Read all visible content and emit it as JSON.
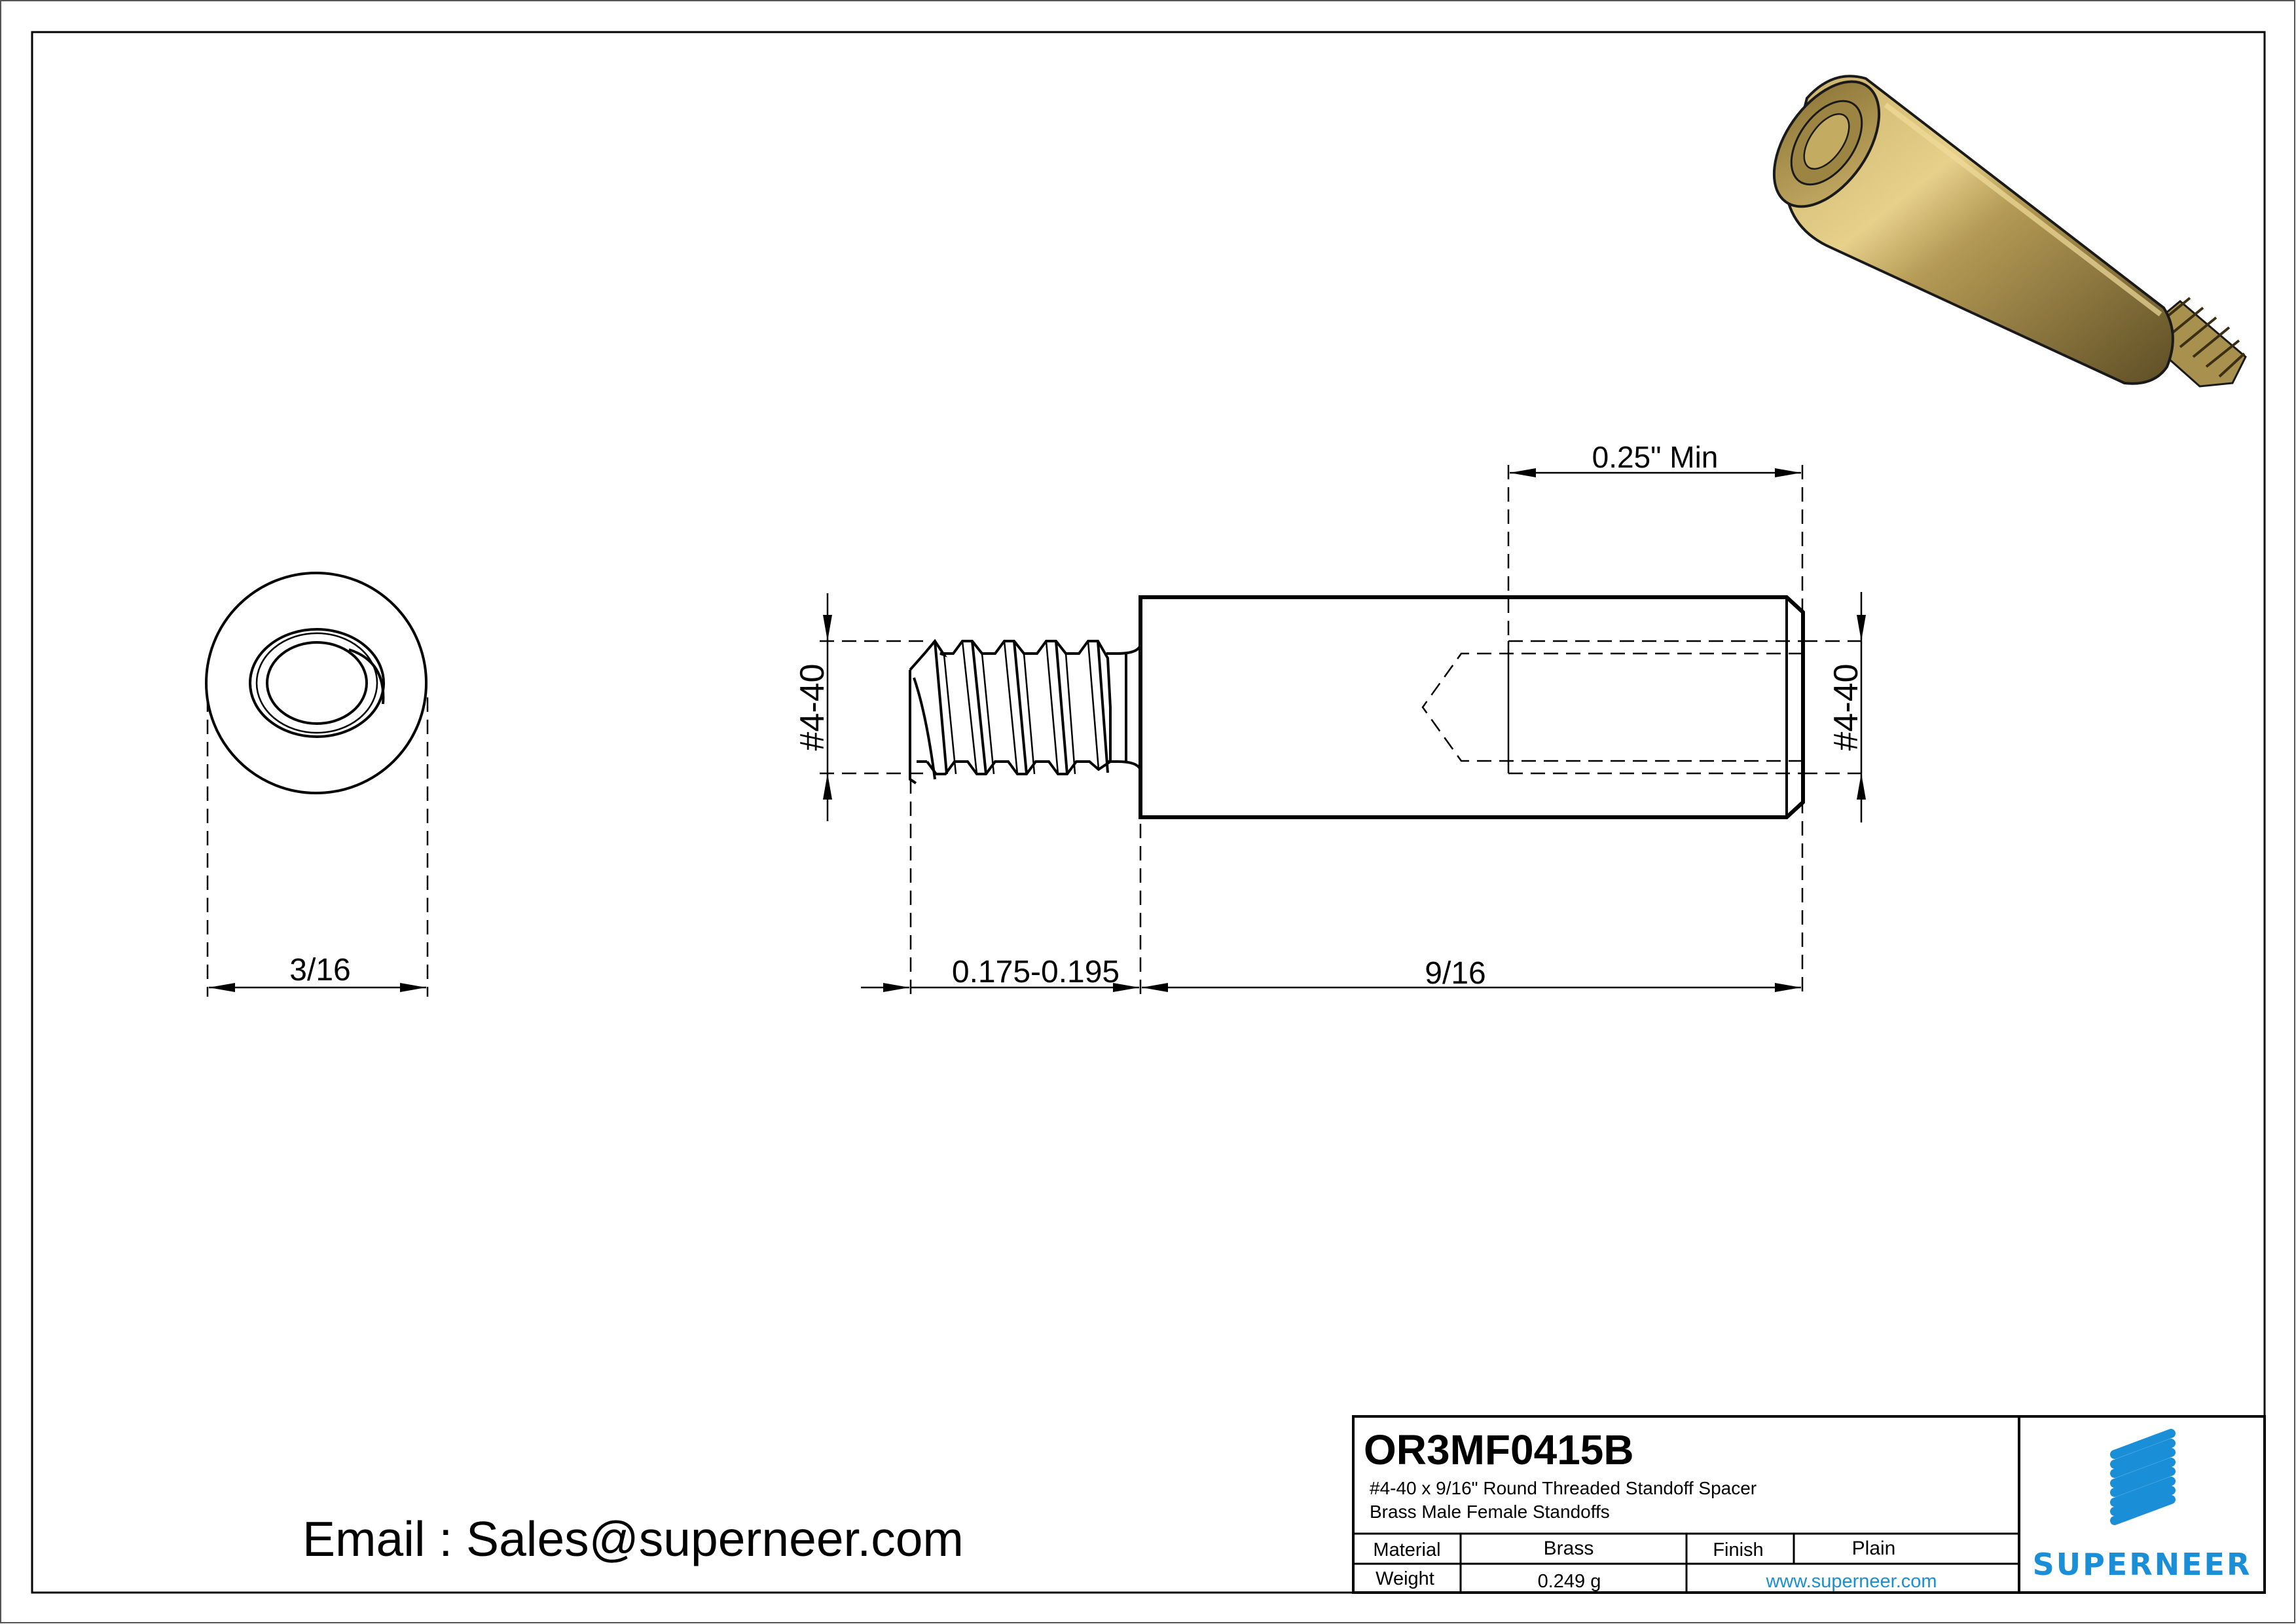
{
  "drawing": {
    "end_view": {
      "width_dimension": "3/16"
    },
    "side_view": {
      "left_thread_dimension": "#4-40",
      "right_thread_dimension": "#4-40",
      "thread_depth_dimension": "0.25\" Min",
      "male_thread_length_dimension": "0.175-0.195",
      "body_length_dimension": "9/16"
    },
    "render_3d": {
      "description": "brass-standoff-3d-render",
      "color_light": "#d9c27a",
      "color_mid": "#a8914f",
      "color_dark": "#5e4e25"
    }
  },
  "contact": {
    "email_line": "Email : Sales@superneer.com"
  },
  "title_block": {
    "part_number": "OR3MF0415B",
    "description_line1": "#4-40 x 9/16\" Round Threaded Standoff Spacer",
    "description_line2": "Brass Male Female Standoffs",
    "material_label": "Material",
    "material_value": "Brass",
    "finish_label": "Finish",
    "finish_value": "Plain",
    "weight_label": "Weight",
    "weight_value": "0.249 g",
    "website": "www.superneer.com",
    "logo_text": "SUPERNEER",
    "brand_color": "#1a8fd8"
  }
}
